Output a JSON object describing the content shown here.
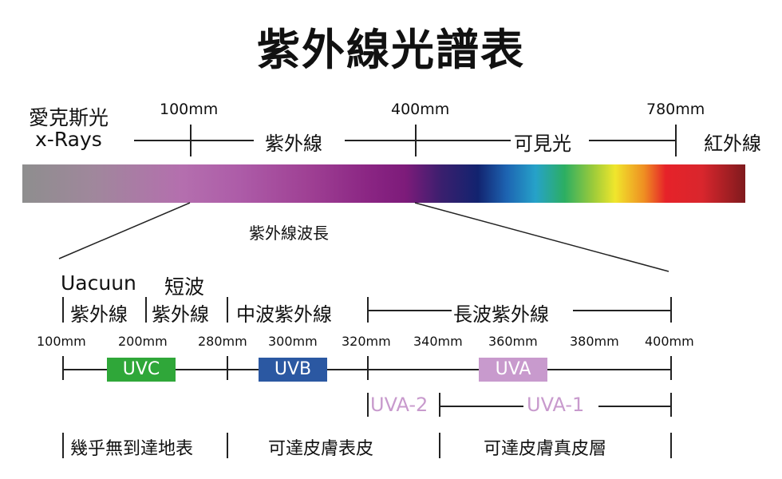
{
  "title": "紫外線光譜表",
  "top": {
    "xray_line1": "愛克斯光",
    "xray_line2": "x-Rays",
    "tick_100": "100mm",
    "tick_400": "400mm",
    "tick_780": "780mm",
    "region_uv": "紫外線",
    "region_visible": "可見光",
    "region_ir": "紅外線"
  },
  "spectrum_caption": "紫外線波長",
  "detail": {
    "vacuum": "Uacuun",
    "short": "短波",
    "col1": "紫外線",
    "col2": "紫外線",
    "col3": "中波紫外線",
    "col4": "長波紫外線",
    "ticks": [
      "100mm",
      "200mm",
      "280mm",
      "300mm",
      "320mm",
      "340mm",
      "360mm",
      "380mm",
      "400mm"
    ],
    "uvc": "UVC",
    "uvb": "UVB",
    "uva": "UVA",
    "uva2": "UVA-2",
    "uva1": "UVA-1",
    "effect1": "幾乎無到達地表",
    "effect2": "可達皮膚表皮",
    "effect3": "可達皮膚真皮層"
  },
  "colors": {
    "uvc": "#2fa739",
    "uvb": "#2b58a2",
    "uva": "#c89acd"
  }
}
